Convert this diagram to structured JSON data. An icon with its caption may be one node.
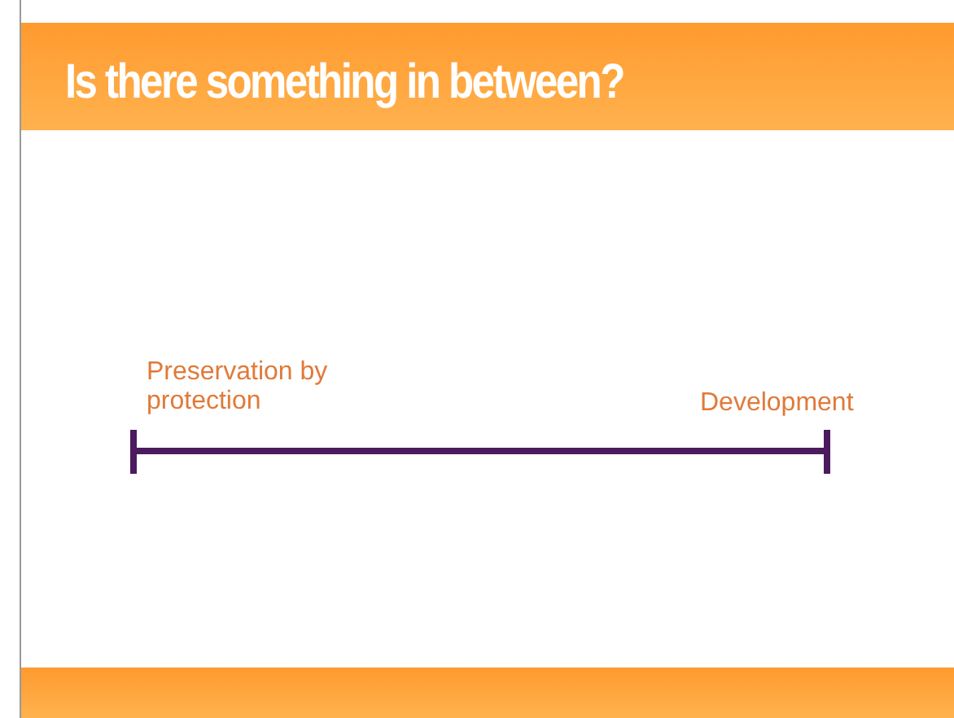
{
  "diagram": {
    "title": "Is there something in between?",
    "labels": [
      "Preservation by protection",
      "Development"
    ]
  }
}
